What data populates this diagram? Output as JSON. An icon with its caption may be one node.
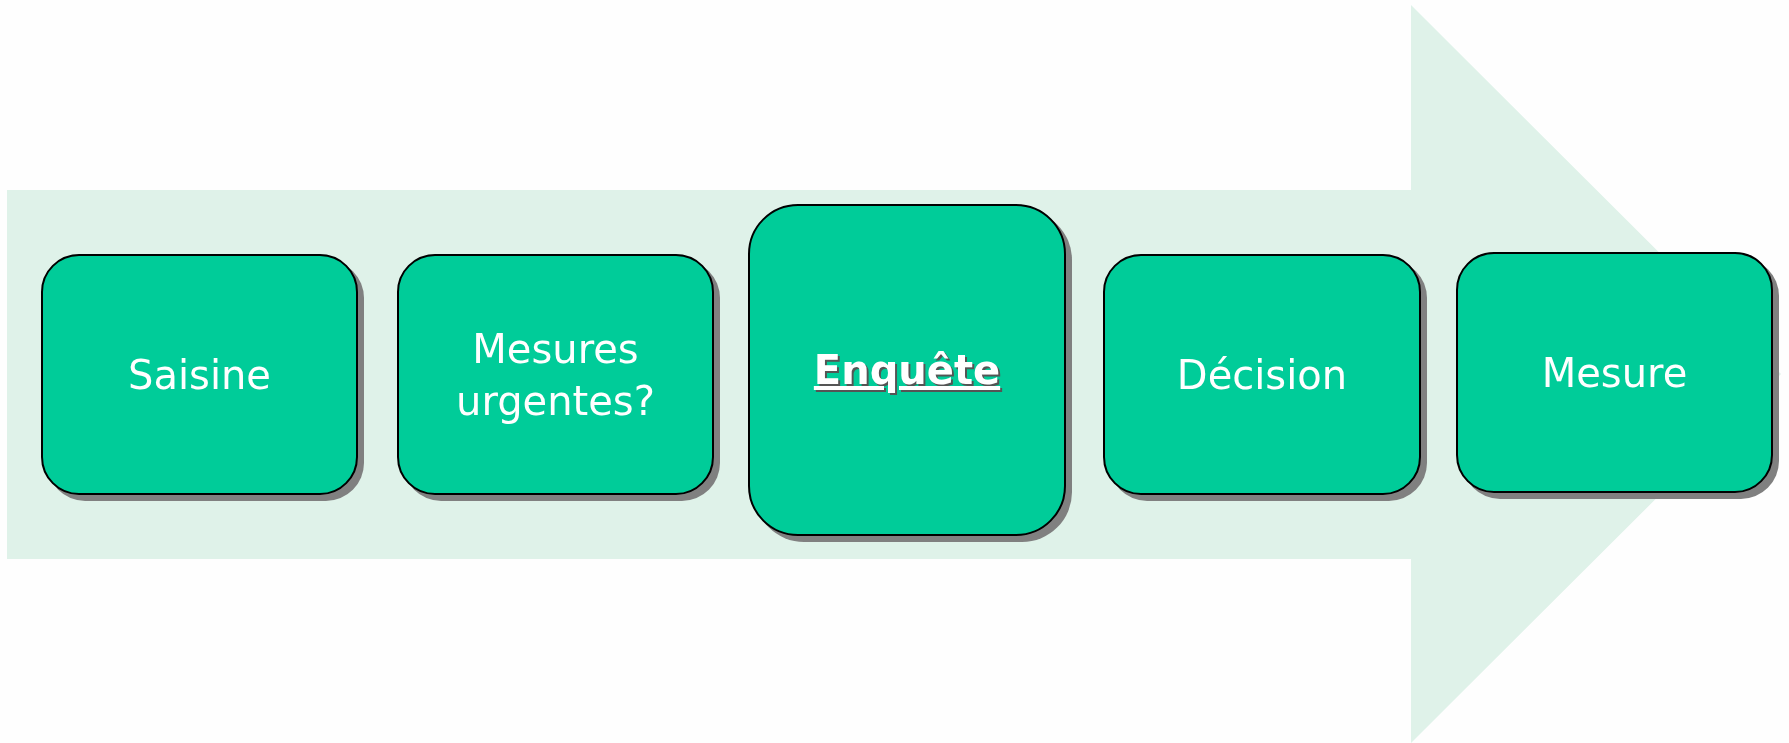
{
  "diagram": {
    "nodes": [
      {
        "text": [
          "Saisine"
        ]
      },
      {
        "text": [
          "Mesures urgentes?"
        ]
      },
      {
        "text": [
          "Enquête"
        ]
      },
      {
        "text": [
          "Décision"
        ]
      },
      {
        "text": [
          "Mesure"
        ]
      }
    ],
    "edges": [
      {
        "from": 0,
        "to": 4,
        "arrow": "to"
      }
    ]
  }
}
